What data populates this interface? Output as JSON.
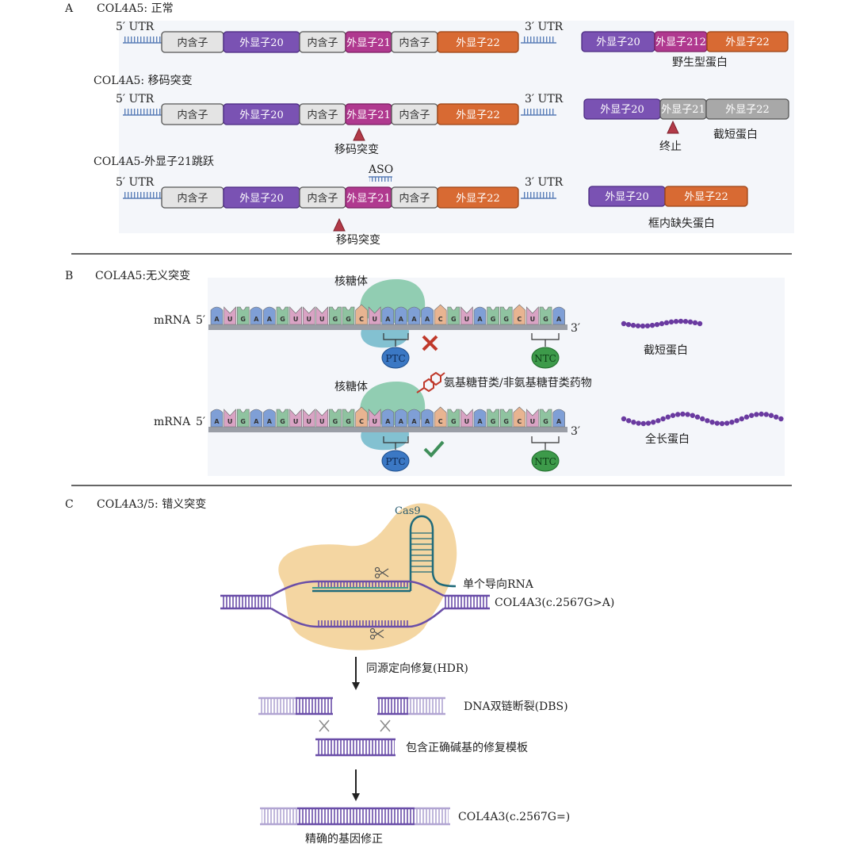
{
  "panelA": {
    "letter": "A",
    "rows": [
      {
        "title": "COL4A5: 正常",
        "utr5": "5′ UTR",
        "utr3": "3′ UTR",
        "segments": [
          "内含子",
          "外显子20",
          "内含子",
          "外显子21",
          "内含子",
          "外显子22"
        ]
      },
      {
        "title": "COL4A5: 移码突变",
        "utr5": "5′ UTR",
        "utr3": "3′ UTR",
        "segments": [
          "内含子",
          "外显子20",
          "内含子",
          "外显子21",
          "内含子",
          "外显子22"
        ],
        "mutation": "移码突变"
      },
      {
        "title": "COL4A5-外显子21跳跃",
        "utr5": "5′ UTR",
        "utr3": "3′ UTR",
        "segments": [
          "内含子",
          "外显子20",
          "内含子",
          "外显子21",
          "内含子",
          "外显子22"
        ],
        "aso": "ASO",
        "mutation": "移码突变"
      }
    ],
    "proteins": [
      {
        "segments": [
          "外显子20",
          "外显子212",
          "外显子22"
        ],
        "label": "野生型蛋白"
      },
      {
        "segments": [
          "外显子20",
          "外显子21",
          "外显子22"
        ],
        "stop": "终止",
        "label": "截短蛋白"
      },
      {
        "segments": [
          "外显子20",
          "外显子22"
        ],
        "label": "框内缺失蛋白"
      }
    ]
  },
  "panelB": {
    "letter": "B",
    "title": "COL4A5:无义突变",
    "ribosome": "核糖体",
    "mrna": "mRNA",
    "five": "5′",
    "three": "3′",
    "codons": [
      "A",
      "U",
      "G",
      "A",
      "A",
      "G",
      "U",
      "U",
      "U",
      "G",
      "G",
      "C",
      "U",
      "A",
      "A",
      "A",
      "A",
      "C",
      "G",
      "U",
      "A",
      "G",
      "G",
      "C",
      "U",
      "G",
      "A"
    ],
    "ptc": "PTC",
    "ntc": "NTC",
    "drug": "氨基糖苷类/非氨基糖苷类药物",
    "protein_truncated": "截短蛋白",
    "protein_full": "全长蛋白",
    "colors": {
      "A": "#7f9fd6",
      "U": "#d9a3c4",
      "G": "#8fc3a0",
      "C": "#e8b491"
    }
  },
  "panelC": {
    "letter": "C",
    "title": "COL4A3/5: 错义突变",
    "cas9": "Cas9",
    "sgrna": "单个导向RNA",
    "target": "COL4A3(c.2567G>A)",
    "hdr": "同源定向修复(HDR)",
    "dbs": "DNA双链断裂(DBS)",
    "template": "包含正确碱基的修复模板",
    "corrected": "COL4A3(c.2567G=)",
    "result": "精确的基因修正"
  }
}
